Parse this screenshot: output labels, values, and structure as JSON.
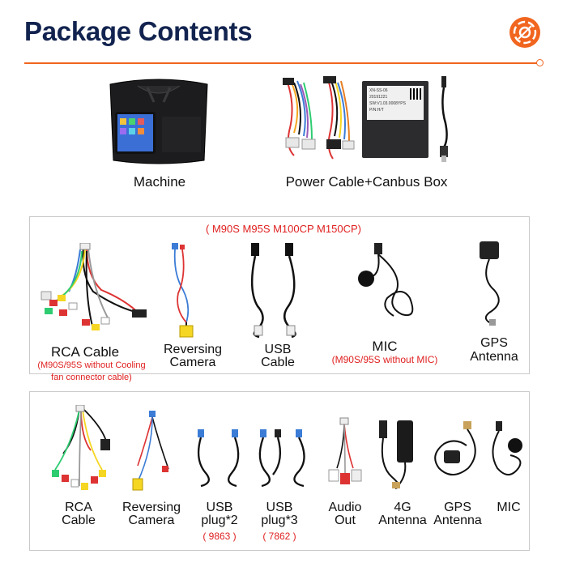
{
  "header": {
    "title": "Package Contents"
  },
  "top_row": {
    "machine_label": "Machine",
    "power_label": "Power Cable+Canbus Box",
    "canbus_box_lines": [
      "XN-SS-06",
      "20191221",
      "SW:V1.03.0008YPS",
      "P/N:H/T"
    ]
  },
  "box1": {
    "models_note": "( M90S M95S M100CP M150CP)",
    "items": [
      {
        "name": "RCA Cable",
        "note_line1": "(M90S/95S without Cooling",
        "note_line2": "fan connector cable)"
      },
      {
        "line1": "Reversing",
        "line2": "Camera"
      },
      {
        "line1": "USB",
        "line2": "Cable"
      },
      {
        "name": "MIC",
        "note": "(M90S/95S without MIC)"
      },
      {
        "line1": "GPS",
        "line2": "Antenna"
      }
    ]
  },
  "box2": {
    "items": [
      {
        "line1": "RCA",
        "line2": "Cable"
      },
      {
        "line1": "Reversing",
        "line2": "Camera"
      },
      {
        "line1": "USB",
        "line2": "plug*2",
        "note": "( 9863 )"
      },
      {
        "line1": "USB",
        "line2": "plug*3",
        "note": "( 7862 )"
      },
      {
        "line1": "Audio",
        "line2": "Out"
      },
      {
        "line1": "4G",
        "line2": "Antenna"
      },
      {
        "line1": "GPS",
        "line2": "Antenna"
      },
      {
        "line1": "MIC"
      }
    ]
  },
  "colors": {
    "title": "#12234f",
    "accent": "#f1651f",
    "note_red": "#e02020",
    "border": "#c9c9c9"
  },
  "icons": [
    "brand-logo-icon"
  ]
}
